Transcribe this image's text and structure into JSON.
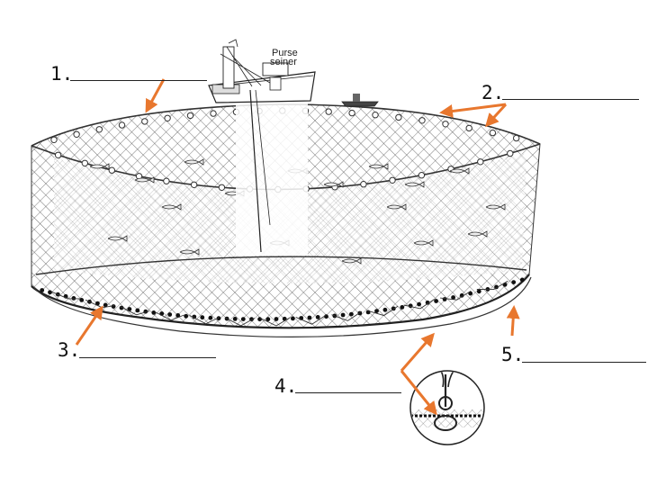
{
  "diagram": {
    "ship_label_line1": "Purse",
    "ship_label_line2": "seiner",
    "labels": [
      {
        "id": "label-1",
        "text": "1."
      },
      {
        "id": "label-2",
        "text": "2."
      },
      {
        "id": "label-3",
        "text": "3."
      },
      {
        "id": "label-4",
        "text": "4."
      },
      {
        "id": "label-5",
        "text": "5."
      }
    ],
    "colors": {
      "arrow": "#e8772e",
      "net": "#555555",
      "ink": "#222222"
    }
  }
}
